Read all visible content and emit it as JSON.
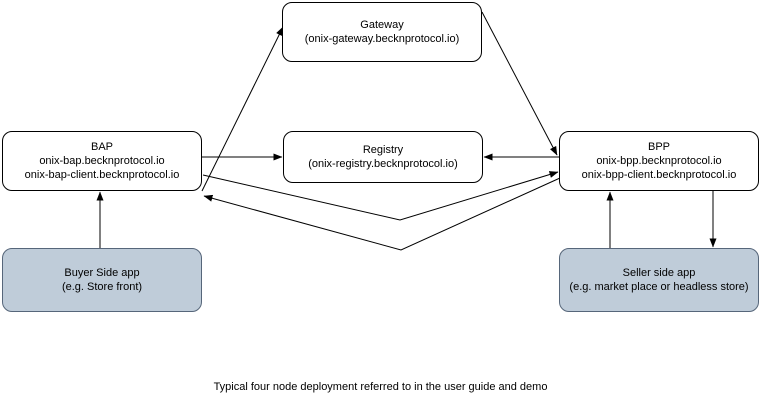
{
  "diagram": {
    "caption": "Typical four node deployment referred to in the user guide and demo",
    "colors": {
      "node_fill_plain": "#ffffff",
      "node_fill_highlight": "#bfccd9",
      "node_stroke": "#000000",
      "node_stroke_highlight": "#56667a",
      "edge_stroke": "#000000",
      "text": "#000000",
      "background": "#ffffff"
    },
    "nodes": [
      {
        "id": "gateway",
        "title": "Gateway",
        "subtitle": "(onix-gateway.becknprotocol.io)",
        "extra": "",
        "style": "plain"
      },
      {
        "id": "bap",
        "title": "BAP",
        "subtitle": "onix-bap.becknprotocol.io",
        "extra": "onix-bap-client.becknprotocol.io",
        "style": "plain"
      },
      {
        "id": "registry",
        "title": "Registry",
        "subtitle": "(onix-registry.becknprotocol.io)",
        "extra": "",
        "style": "plain"
      },
      {
        "id": "bpp",
        "title": "BPP",
        "subtitle": "onix-bpp.becknprotocol.io",
        "extra": "onix-bpp-client.becknprotocol.io",
        "style": "plain"
      },
      {
        "id": "buyer-app",
        "title": "Buyer Side app",
        "subtitle": "(e.g. Store front)",
        "extra": "",
        "style": "highlight"
      },
      {
        "id": "seller-app",
        "title": "Seller side app",
        "subtitle": "(e.g. market place or headless store)",
        "extra": "",
        "style": "highlight"
      }
    ],
    "edges": [
      {
        "id": "bap-to-gateway",
        "from": "bap",
        "to": "gateway",
        "label": ""
      },
      {
        "id": "gateway-to-bpp",
        "from": "gateway",
        "to": "bpp",
        "label": ""
      },
      {
        "id": "bap-to-registry",
        "from": "bap",
        "to": "registry",
        "label": ""
      },
      {
        "id": "bpp-to-registry",
        "from": "bpp",
        "to": "registry",
        "label": ""
      },
      {
        "id": "bap-to-bpp",
        "from": "bap",
        "to": "bpp",
        "label": ""
      },
      {
        "id": "bpp-to-bap",
        "from": "bpp",
        "to": "bap",
        "label": ""
      },
      {
        "id": "buyer-to-bap",
        "from": "buyer-app",
        "to": "bap",
        "label": ""
      },
      {
        "id": "seller-to-bpp",
        "from": "seller-app",
        "to": "bpp",
        "label": ""
      },
      {
        "id": "bpp-to-seller",
        "from": "bpp",
        "to": "seller-app",
        "label": ""
      }
    ]
  }
}
